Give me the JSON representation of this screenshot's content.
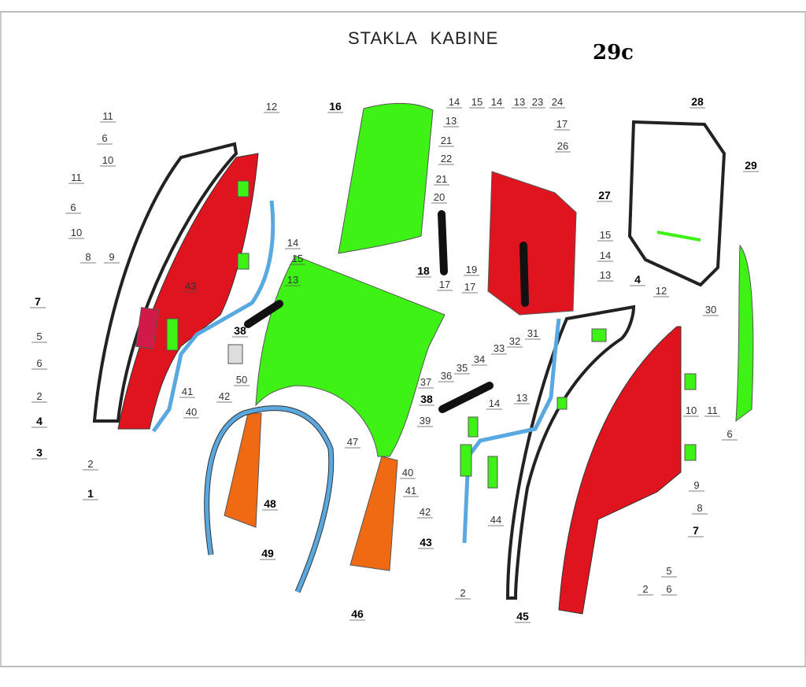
{
  "header": {
    "title": "STAKLA KABINE",
    "page_code": "29c"
  },
  "colors": {
    "red": "#e0141e",
    "green": "#3df214",
    "orange": "#f06a14",
    "seal_blue": "#59a9e0",
    "frame": "#222222"
  },
  "callouts": [
    "11",
    "6",
    "10",
    "11",
    "6",
    "10",
    "8",
    "9",
    "7",
    "5",
    "6",
    "2",
    "4",
    "3",
    "2",
    "1",
    "43",
    "12",
    "14",
    "15",
    "13",
    "38",
    "41",
    "40",
    "42",
    "50",
    "16",
    "47",
    "48",
    "49",
    "46",
    "14",
    "15",
    "14",
    "13",
    "23",
    "24",
    "13",
    "21",
    "22",
    "21",
    "20",
    "18",
    "17",
    "19",
    "17",
    "17",
    "26",
    "27",
    "15",
    "14",
    "13",
    "31",
    "32",
    "33",
    "34",
    "35",
    "36",
    "37",
    "38",
    "14",
    "13",
    "39",
    "40",
    "41",
    "42",
    "43",
    "44",
    "2",
    "45",
    "28",
    "29",
    "30",
    "4",
    "12",
    "10",
    "11",
    "6",
    "9",
    "8",
    "7",
    "5",
    "2",
    "6"
  ]
}
